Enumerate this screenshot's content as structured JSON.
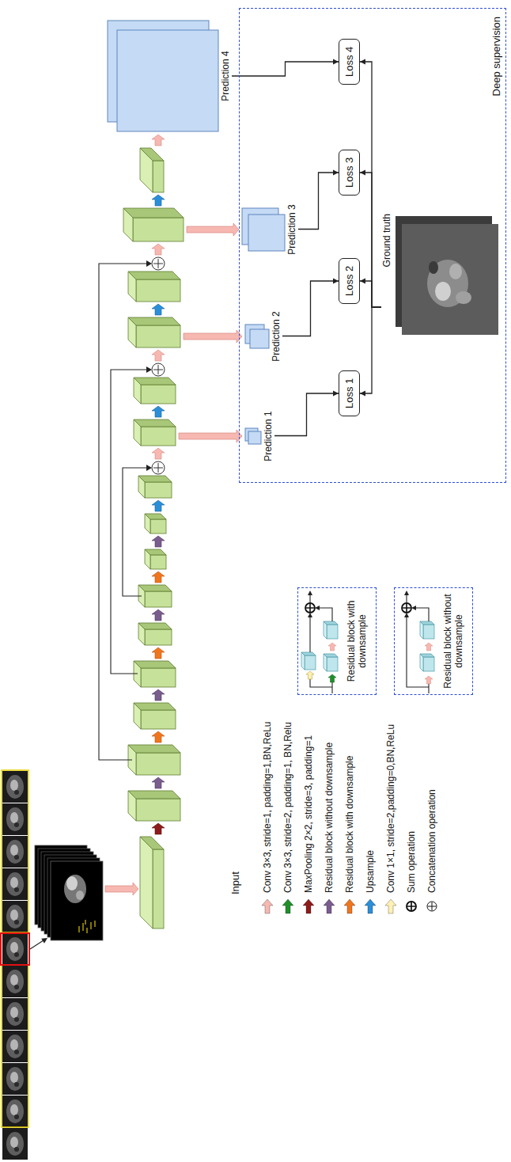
{
  "diagram": {
    "nodes": [
      {
        "text": [
          "Deep supervision"
        ]
      },
      {
        "text": [
          "Prediction 1"
        ],
        "in": 0
      },
      {
        "text": [
          "Prediction 2"
        ],
        "in": 0
      },
      {
        "text": [
          "Prediction 3"
        ],
        "in": 0
      },
      {
        "text": [
          "Loss 1"
        ],
        "in": 0
      },
      {
        "text": [
          "Loss 2"
        ],
        "in": 0
      },
      {
        "text": [
          "Loss 3"
        ],
        "in": 0
      },
      {
        "text": [
          "Loss 4"
        ],
        "in": 0
      },
      {
        "text": [
          "Ground truth"
        ],
        "in": 0
      },
      {
        "text": [
          "Prediction 4"
        ]
      },
      {
        "text": [
          "Residual block with downsample"
        ]
      },
      {
        "text": [
          "Residual block without downsample"
        ]
      }
    ],
    "edges": [
      {
        "from": 1,
        "to": 4,
        "arrow": "to"
      },
      {
        "from": 2,
        "to": 5,
        "arrow": "to"
      },
      {
        "from": 3,
        "to": 6,
        "arrow": "to"
      },
      {
        "from": 9,
        "to": 7,
        "arrow": "to"
      },
      {
        "from": 8,
        "to": 4,
        "arrow": "to"
      },
      {
        "from": 8,
        "to": 5,
        "arrow": "to"
      },
      {
        "from": 8,
        "to": 6,
        "arrow": "to"
      },
      {
        "from": 8,
        "to": 7,
        "arrow": "to"
      }
    ],
    "labels": [
      "Input"
    ],
    "legend": [
      {
        "text": "Conv 3×3, stride=1, padding=1,BN,ReLu",
        "color": "#f6b8b1"
      },
      {
        "text": "Conv 3×3, stride=2, padding=1, BN,Relu",
        "color": "#1f8f2a"
      },
      {
        "text": "MaxPooling 2×2, stride=3, padding=1",
        "color": "#8e1b1b"
      },
      {
        "text": "Residual block without downsample",
        "color": "#7a5c8f"
      },
      {
        "text": "Residual block with downsample",
        "color": "#f0761e"
      },
      {
        "text": "Upsample",
        "color": "#2b8fd8"
      },
      {
        "text": "Conv 1×1, stride=2,padding=0,BN,ReLu",
        "color": "#fff0b3"
      },
      {
        "text": "Sum operation"
      },
      {
        "text": "Concatenation operation"
      }
    ]
  }
}
